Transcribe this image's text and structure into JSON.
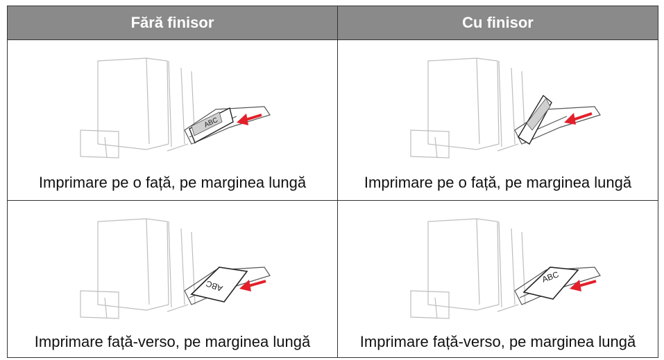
{
  "table": {
    "header_left": "Fără finisor",
    "header_right": "Cu finisor",
    "rows": [
      {
        "left_caption": "Imprimare pe o față, pe marginea lungă",
        "right_caption": "Imprimare pe o față, pe marginea lungă",
        "left_paper_label": "ABC",
        "right_paper_label": ""
      },
      {
        "left_caption": "Imprimare față-verso, pe marginea lungă",
        "right_caption": "Imprimare față-verso, pe marginea lungă",
        "left_paper_label": "ABC",
        "right_paper_label": "ABC"
      }
    ]
  },
  "colors": {
    "header_bg": "#8a8a8a",
    "arrow": "#e3202a"
  },
  "icons": [
    "printer-illustration",
    "paper-sheet",
    "insert-arrow-icon"
  ]
}
